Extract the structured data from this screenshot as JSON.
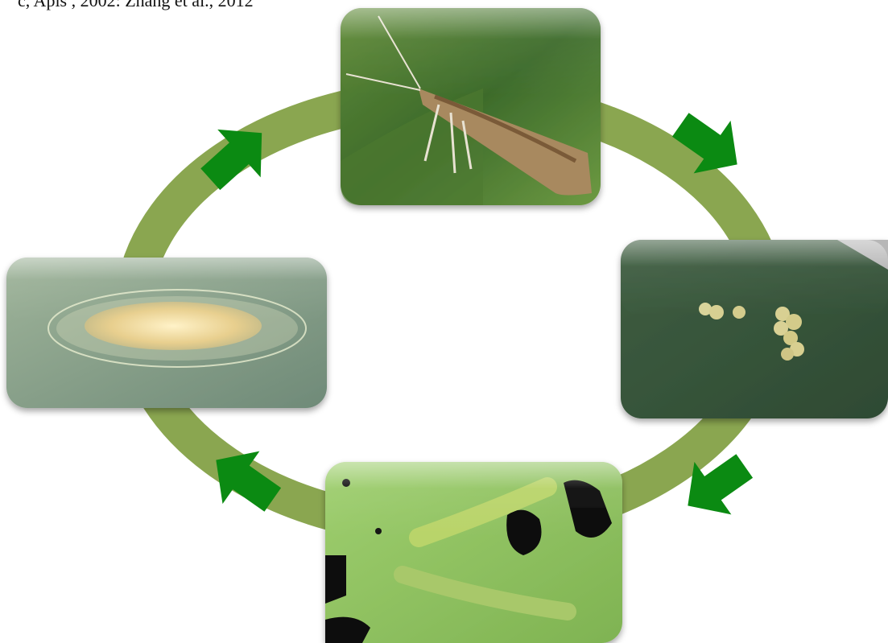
{
  "header": {
    "cropped_text": "c, Apis , 2002: Zhang et al., 2012"
  },
  "diagram": {
    "kind": "life-cycle",
    "ring_color": "#8aa650",
    "arrow_color": "#0b8a12",
    "stages": [
      {
        "id": "adult",
        "image_icon": "moth-on-leaf-image"
      },
      {
        "id": "eggs",
        "image_icon": "eggs-on-leaf-image"
      },
      {
        "id": "larva",
        "image_icon": "caterpillars-on-leaf-image"
      },
      {
        "id": "pupa",
        "image_icon": "cocoon-pupa-image"
      }
    ],
    "arrows": [
      {
        "from": "adult",
        "to": "eggs",
        "icon": "arrow-down-right-icon"
      },
      {
        "from": "eggs",
        "to": "larva",
        "icon": "arrow-down-left-icon"
      },
      {
        "from": "larva",
        "to": "pupa",
        "icon": "arrow-up-left-icon"
      },
      {
        "from": "pupa",
        "to": "adult",
        "icon": "arrow-up-right-icon"
      }
    ]
  }
}
